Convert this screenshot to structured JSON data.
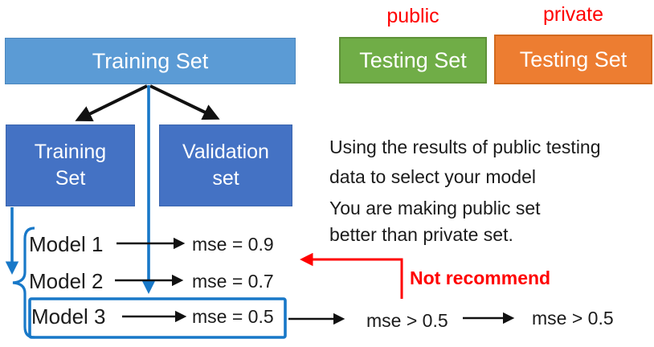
{
  "palette": {
    "light_blue": "#5B9BD5",
    "dark_blue": "#4472C4",
    "green": "#70AD47",
    "green_border": "#5E9138",
    "orange": "#ED7D31",
    "orange_border": "#D2691E",
    "blue_line": "#1878C8",
    "red": "#FF0000",
    "text": "#1B1B1B"
  },
  "top": {
    "training_set_label": "Training Set",
    "public_label": "public",
    "private_label": "private",
    "public_testing_label": "Testing Set",
    "private_testing_label": "Testing Set"
  },
  "split": {
    "training": {
      "line1": "Training",
      "line2": "Set"
    },
    "validation": {
      "line1": "Validation",
      "line2": "set"
    }
  },
  "models": [
    {
      "label": "Model 1",
      "result": "mse = 0.9"
    },
    {
      "label": "Model 2",
      "result": "mse = 0.7"
    },
    {
      "label": "Model 3",
      "result": "mse = 0.5"
    }
  ],
  "annotations": {
    "using_line1": "Using the results of public testing",
    "using_line2": "data to select your model",
    "making_line1": "You are making public set",
    "making_line2": "better than private set.",
    "not_recommend": "Not recommend",
    "public_mse": "mse > 0.5",
    "private_mse": "mse > 0.5"
  }
}
